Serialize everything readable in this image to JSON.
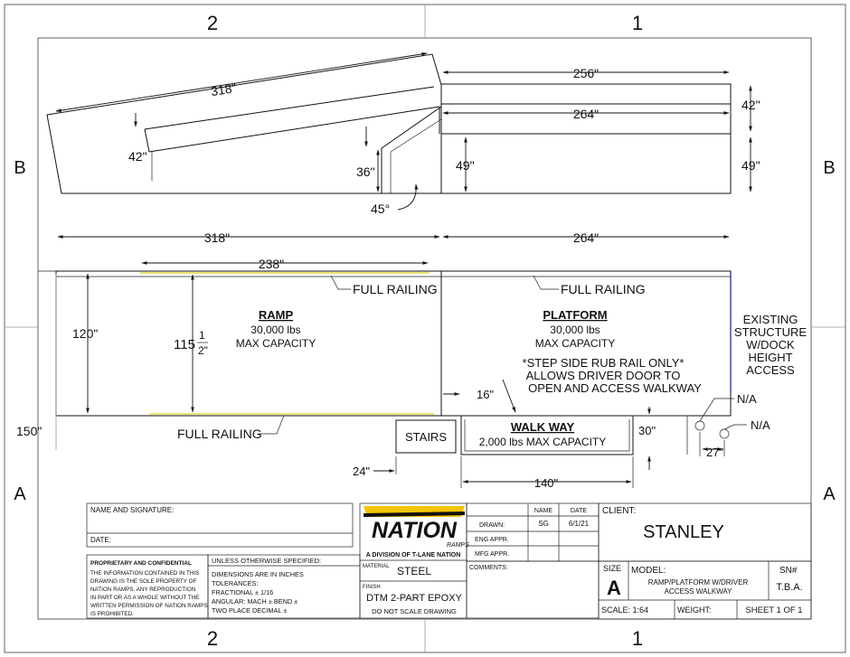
{
  "zones": {
    "top_left": "2",
    "top_right": "1",
    "left_top": "B",
    "right_top": "B",
    "left_bottom": "A",
    "right_bottom": "A",
    "bottom_left": "2",
    "bottom_right": "1"
  },
  "side_view": {
    "ramp_length": "318\"",
    "ramp_rail_height": "42\"",
    "ramp_end_height": "36\"",
    "angle": "45°",
    "platform_top_length": "256\"",
    "platform_length": "264\"",
    "rail_height": "42\"",
    "platform_height_left": "49\"",
    "platform_height_right": "49\""
  },
  "plan_view": {
    "ramp_length": "318\"",
    "platform_length": "264\"",
    "railing_length": "238\"",
    "ramp_width": "120\"",
    "ramp_inner_width_whole": "115",
    "ramp_inner_width_num": "1",
    "ramp_inner_width_den": "2\"",
    "overall_width": "150\"",
    "full_railing_top_ramp": "FULL RAILING",
    "full_railing_top_platform": "FULL RAILING",
    "full_railing_bottom": "FULL RAILING",
    "ramp_title": "RAMP",
    "ramp_capacity": "30,000 lbs",
    "ramp_capacity_note": "MAX CAPACITY",
    "platform_title": "PLATFORM",
    "platform_capacity": "30,000 lbs",
    "platform_capacity_note": "MAX CAPACITY",
    "note_line1": "*STEP SIDE RUB RAIL ONLY*",
    "note_line2": "ALLOWS DRIVER DOOR TO",
    "note_line3": "OPEN AND ACCESS WALKWAY",
    "walkway_offset": "16\"",
    "stairs": "STAIRS",
    "stairs_width": "24\"",
    "walkway_title": "WALK WAY",
    "walkway_capacity": "2,000 lbs MAX CAPACITY",
    "walkway_length": "140\"",
    "walkway_width": "30\"",
    "existing_line1": "EXISTING",
    "existing_line2": "STRUCTURE",
    "existing_line3": "W/DOCK",
    "existing_line4": "HEIGHT",
    "existing_line5": "ACCESS",
    "na_1": "N/A",
    "na_2": "N/A",
    "offset_27": "27\""
  },
  "title_block": {
    "name_signature": "NAME AND SIGNATURE:",
    "date_label": "DATE:",
    "proprietary_title": "PROPRIETARY AND CONFIDENTIAL",
    "proprietary_1": "THE INFORMATION CONTAINED IN THIS",
    "proprietary_2": "DRAWING IS THE SOLE PROPERTY OF",
    "proprietary_3": "NATION RAMPS.  ANY REPRODUCTION",
    "proprietary_4": "IN PART OR AS A WHOLE WITHOUT THE",
    "proprietary_5": "WRITTEN PERMISSION OF NATION RAMPS",
    "proprietary_6": "IS PROHIBITED.",
    "unless": "UNLESS OTHERWISE SPECIFIED:",
    "tol_1": "DIMENSIONS ARE IN INCHES",
    "tol_2": "TOLERANCES:",
    "tol_3": "FRACTIONAL ± 1/16",
    "tol_4": "ANGULAR: MACH ±    BEND ±",
    "tol_5": "TWO PLACE DECIMAL    ±",
    "logo": "NATION",
    "logo_sub": "RAMPS",
    "division": "A DIVISION OF T-LANE NATION",
    "material_label": "MATERIAL",
    "material": "STEEL",
    "finish_label": "FINISH",
    "finish": "DTM 2-PART EPOXY",
    "no_scale": "DO NOT SCALE DRAWING",
    "col_name": "NAME",
    "col_date": "DATE",
    "drawn": "DRAWN:",
    "drawn_name": "SG",
    "drawn_date": "6/1/21",
    "eng_appr": "ENG APPR.",
    "mfg_appr": "MFG APPR.",
    "comments": "COMMENTS:",
    "client_label": "CLIENT:",
    "client": "STANLEY",
    "size_label": "SIZE",
    "size": "A",
    "model_label": "MODEL:",
    "model_1": "RAMP/PLATFORM W/DRIVER",
    "model_2": "ACCESS WALKWAY",
    "sn_label": "SN#",
    "sn": "T.B.A.",
    "scale": "SCALE: 1:64",
    "weight": "WEIGHT:",
    "sheet": "SHEET 1 OF 1"
  },
  "colors": {
    "logo_yellow": "#f2c500",
    "railing_yellow": "#e6d94a",
    "structure_blue": "#2b3bb0"
  }
}
